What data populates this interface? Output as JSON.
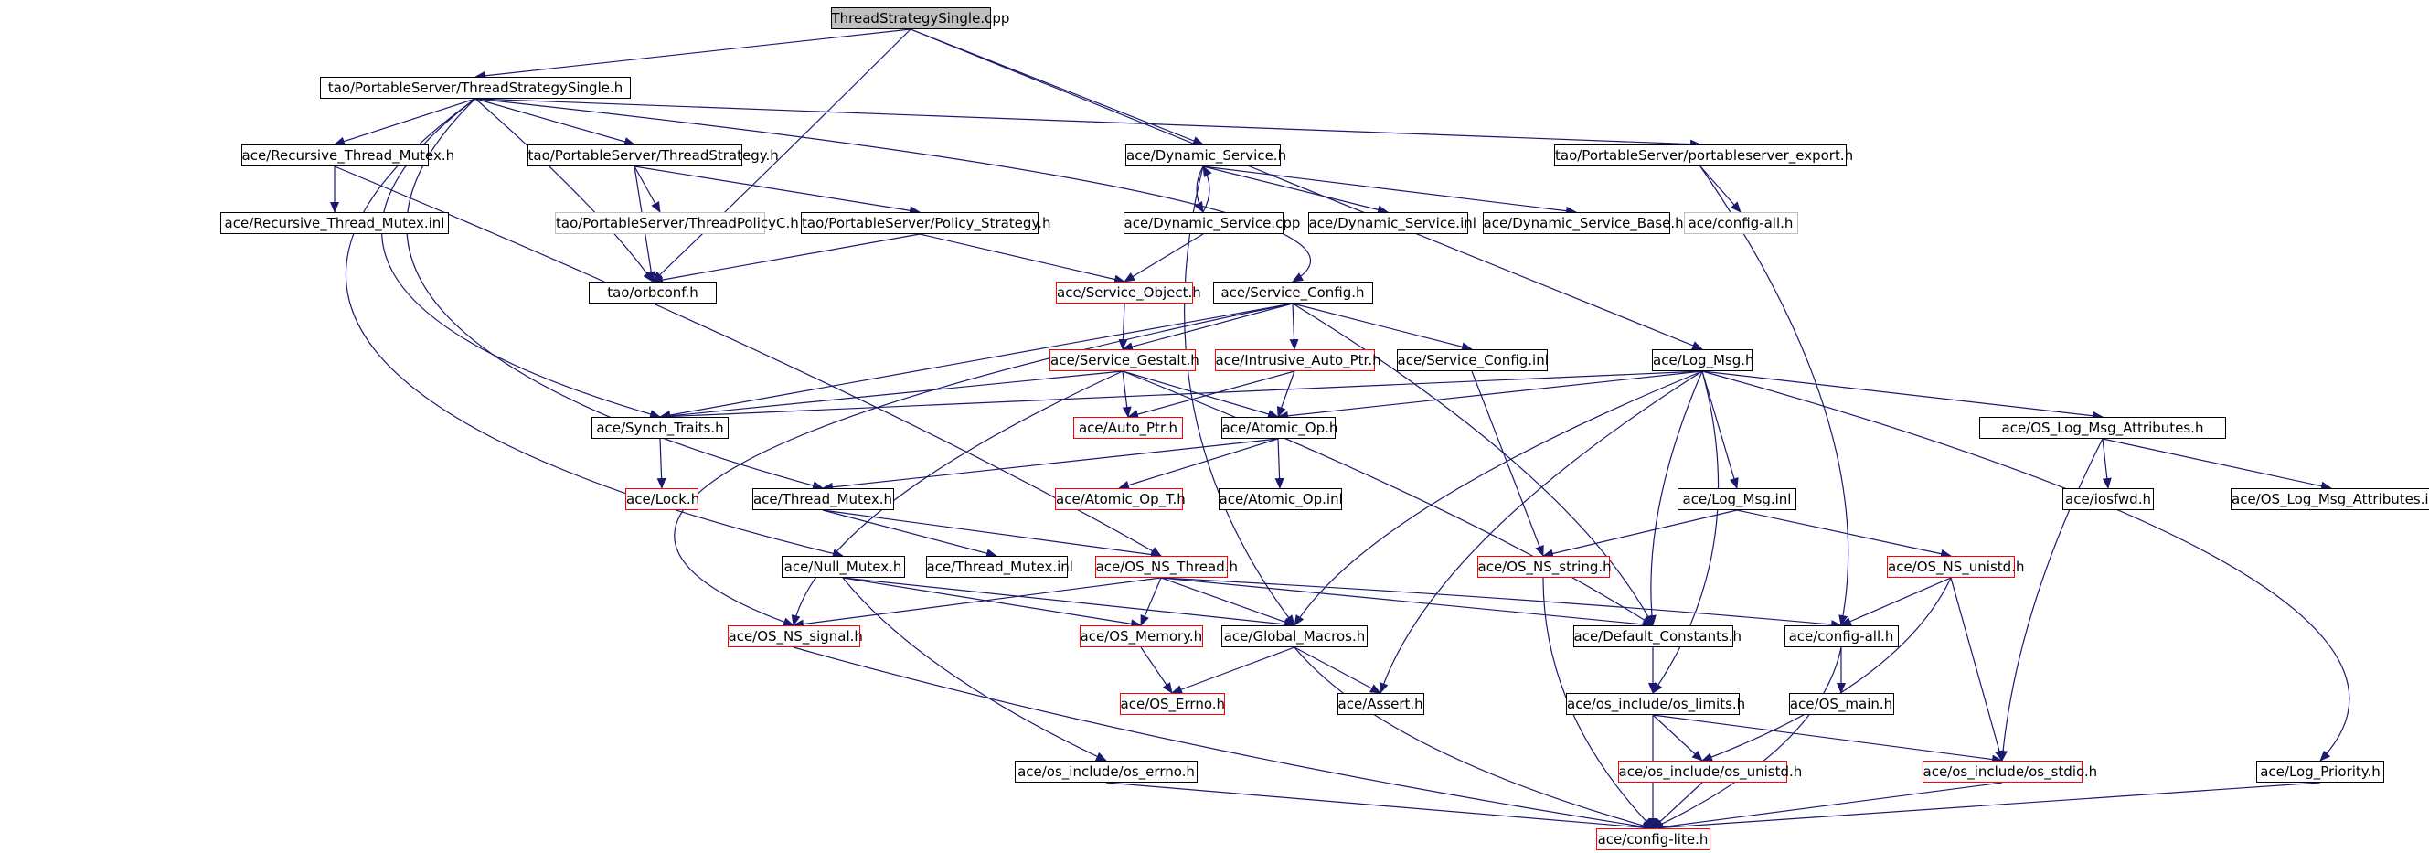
{
  "colors": {
    "edge": "#191970",
    "root_fill": "#bfbfbf",
    "linked_border": "#000000",
    "truncated_border": "#ff0000",
    "unlinked_border": "#bfbfbf"
  },
  "nodes": [
    {
      "id": "root",
      "label": "ThreadStrategySingle.cpp",
      "style": "root"
    },
    {
      "id": "tss_h",
      "label": "tao/PortableServer/ThreadStrategySingle.h",
      "style": "black"
    },
    {
      "id": "rtm_h",
      "label": "ace/Recursive_Thread_Mutex.h",
      "style": "black"
    },
    {
      "id": "rtm_inl",
      "label": "ace/Recursive_Thread_Mutex.inl",
      "style": "black"
    },
    {
      "id": "ts_h",
      "label": "tao/PortableServer/ThreadStrategy.h",
      "style": "black"
    },
    {
      "id": "tpc_h",
      "label": "tao/PortableServer/ThreadPolicyC.h",
      "style": "gray"
    },
    {
      "id": "ps_h",
      "label": "tao/PortableServer/Policy_Strategy.h",
      "style": "black"
    },
    {
      "id": "orbconf",
      "label": "tao/orbconf.h",
      "style": "black"
    },
    {
      "id": "ds_h",
      "label": "ace/Dynamic_Service.h",
      "style": "black"
    },
    {
      "id": "ds_cpp",
      "label": "ace/Dynamic_Service.cpp",
      "style": "black"
    },
    {
      "id": "ds_inl",
      "label": "ace/Dynamic_Service.inl",
      "style": "black"
    },
    {
      "id": "dsb_h",
      "label": "ace/Dynamic_Service_Base.h",
      "style": "black"
    },
    {
      "id": "pse_h",
      "label": "tao/PortableServer/portableserver_export.h",
      "style": "black"
    },
    {
      "id": "cfgall_gray",
      "label": "ace/config-all.h",
      "style": "gray"
    },
    {
      "id": "so_h",
      "label": "ace/Service_Object.h",
      "style": "red"
    },
    {
      "id": "sc_h",
      "label": "ace/Service_Config.h",
      "style": "black"
    },
    {
      "id": "sg_h",
      "label": "ace/Service_Gestalt.h",
      "style": "red"
    },
    {
      "id": "iap_h",
      "label": "ace/Intrusive_Auto_Ptr.h",
      "style": "red"
    },
    {
      "id": "sc_inl",
      "label": "ace/Service_Config.inl",
      "style": "black"
    },
    {
      "id": "lm_h",
      "label": "ace/Log_Msg.h",
      "style": "black"
    },
    {
      "id": "st_h",
      "label": "ace/Synch_Traits.h",
      "style": "black"
    },
    {
      "id": "ap_h",
      "label": "ace/Auto_Ptr.h",
      "style": "red"
    },
    {
      "id": "ao_h",
      "label": "ace/Atomic_Op.h",
      "style": "black"
    },
    {
      "id": "oslma_h",
      "label": "ace/OS_Log_Msg_Attributes.h",
      "style": "black"
    },
    {
      "id": "lock_h",
      "label": "ace/Lock.h",
      "style": "red"
    },
    {
      "id": "tm_h",
      "label": "ace/Thread_Mutex.h",
      "style": "black"
    },
    {
      "id": "aot_h",
      "label": "ace/Atomic_Op_T.h",
      "style": "red"
    },
    {
      "id": "ao_inl",
      "label": "ace/Atomic_Op.inl",
      "style": "black"
    },
    {
      "id": "lm_inl",
      "label": "ace/Log_Msg.inl",
      "style": "black"
    },
    {
      "id": "iosfwd",
      "label": "ace/iosfwd.h",
      "style": "black"
    },
    {
      "id": "oslma_inl",
      "label": "ace/OS_Log_Msg_Attributes.inl",
      "style": "black"
    },
    {
      "id": "nm_h",
      "label": "ace/Null_Mutex.h",
      "style": "black"
    },
    {
      "id": "tm_inl",
      "label": "ace/Thread_Mutex.inl",
      "style": "black"
    },
    {
      "id": "osnst_h",
      "label": "ace/OS_NS_Thread.h",
      "style": "red"
    },
    {
      "id": "osnss_h",
      "label": "ace/OS_NS_string.h",
      "style": "red"
    },
    {
      "id": "osnsu_h",
      "label": "ace/OS_NS_unistd.h",
      "style": "red"
    },
    {
      "id": "osnsig_h",
      "label": "ace/OS_NS_signal.h",
      "style": "red"
    },
    {
      "id": "osmem_h",
      "label": "ace/OS_Memory.h",
      "style": "red"
    },
    {
      "id": "gm_h",
      "label": "ace/Global_Macros.h",
      "style": "black"
    },
    {
      "id": "dc_h",
      "label": "ace/Default_Constants.h",
      "style": "black"
    },
    {
      "id": "cfgall",
      "label": "ace/config-all.h",
      "style": "black"
    },
    {
      "id": "oserrno_h",
      "label": "ace/OS_Errno.h",
      "style": "red"
    },
    {
      "id": "assert_h",
      "label": "ace/Assert.h",
      "style": "black"
    },
    {
      "id": "oslimits",
      "label": "ace/os_include/os_limits.h",
      "style": "black"
    },
    {
      "id": "osmain",
      "label": "ace/OS_main.h",
      "style": "black"
    },
    {
      "id": "oserrno_inc",
      "label": "ace/os_include/os_errno.h",
      "style": "black"
    },
    {
      "id": "osunistd_inc",
      "label": "ace/os_include/os_unistd.h",
      "style": "red"
    },
    {
      "id": "osstdio_inc",
      "label": "ace/os_include/os_stdio.h",
      "style": "red"
    },
    {
      "id": "logprio",
      "label": "ace/Log_Priority.h",
      "style": "black"
    },
    {
      "id": "cfglite",
      "label": "ace/config-lite.h",
      "style": "red"
    }
  ],
  "edges": [
    [
      "root",
      "tss_h"
    ],
    [
      "root",
      "orbconf"
    ],
    [
      "root",
      "ds_h"
    ],
    [
      "root",
      "lm_h"
    ],
    [
      "tss_h",
      "rtm_h"
    ],
    [
      "tss_h",
      "ts_h"
    ],
    [
      "tss_h",
      "orbconf"
    ],
    [
      "tss_h",
      "pse_h"
    ],
    [
      "tss_h",
      "sc_h"
    ],
    [
      "tss_h",
      "st_h"
    ],
    [
      "tss_h",
      "tm_h"
    ],
    [
      "tss_h",
      "nm_h"
    ],
    [
      "rtm_h",
      "rtm_inl"
    ],
    [
      "rtm_h",
      "osnst_h"
    ],
    [
      "ts_h",
      "tpc_h"
    ],
    [
      "ts_h",
      "orbconf"
    ],
    [
      "ts_h",
      "ps_h"
    ],
    [
      "ps_h",
      "orbconf"
    ],
    [
      "ps_h",
      "so_h"
    ],
    [
      "ds_h",
      "ds_cpp"
    ],
    [
      "ds_cpp",
      "ds_h"
    ],
    [
      "ds_h",
      "ds_inl"
    ],
    [
      "ds_h",
      "dsb_h"
    ],
    [
      "ds_h",
      "gm_h"
    ],
    [
      "ds_cpp",
      "so_h"
    ],
    [
      "pse_h",
      "cfgall_gray"
    ],
    [
      "pse_h",
      "cfgall"
    ],
    [
      "so_h",
      "sg_h"
    ],
    [
      "sc_h",
      "sg_h"
    ],
    [
      "sc_h",
      "iap_h"
    ],
    [
      "sc_h",
      "sc_inl"
    ],
    [
      "sc_h",
      "st_h"
    ],
    [
      "sc_h",
      "dc_h"
    ],
    [
      "sc_h",
      "osnsig_h"
    ],
    [
      "sg_h",
      "st_h"
    ],
    [
      "sg_h",
      "ap_h"
    ],
    [
      "sg_h",
      "ao_h"
    ],
    [
      "sg_h",
      "dc_h"
    ],
    [
      "sg_h",
      "osnsig_h"
    ],
    [
      "iap_h",
      "ap_h"
    ],
    [
      "iap_h",
      "ao_h"
    ],
    [
      "sc_inl",
      "osnss_h"
    ],
    [
      "lm_h",
      "st_h"
    ],
    [
      "lm_h",
      "ao_h"
    ],
    [
      "lm_h",
      "lm_inl"
    ],
    [
      "lm_h",
      "oslma_h"
    ],
    [
      "lm_h",
      "gm_h"
    ],
    [
      "lm_h",
      "dc_h"
    ],
    [
      "lm_h",
      "assert_h"
    ],
    [
      "lm_h",
      "oslimits"
    ],
    [
      "lm_h",
      "logprio"
    ],
    [
      "st_h",
      "lock_h"
    ],
    [
      "ao_h",
      "tm_h"
    ],
    [
      "ao_h",
      "aot_h"
    ],
    [
      "ao_h",
      "ao_inl"
    ],
    [
      "oslma_h",
      "iosfwd"
    ],
    [
      "oslma_h",
      "oslma_inl"
    ],
    [
      "oslma_h",
      "osstdio_inc"
    ],
    [
      "tm_h",
      "tm_inl"
    ],
    [
      "tm_h",
      "osnst_h"
    ],
    [
      "lm_inl",
      "osnss_h"
    ],
    [
      "lm_inl",
      "osnsu_h"
    ],
    [
      "nm_h",
      "osmem_h"
    ],
    [
      "nm_h",
      "gm_h"
    ],
    [
      "nm_h",
      "oserrno_inc"
    ],
    [
      "osnst_h",
      "osnsig_h"
    ],
    [
      "osnst_h",
      "osmem_h"
    ],
    [
      "osnst_h",
      "gm_h"
    ],
    [
      "osnst_h",
      "dc_h"
    ],
    [
      "osnst_h",
      "cfgall"
    ],
    [
      "osnss_h",
      "cfglite"
    ],
    [
      "osnsu_h",
      "cfgall"
    ],
    [
      "osnsu_h",
      "osunistd_inc"
    ],
    [
      "osnsu_h",
      "osstdio_inc"
    ],
    [
      "osnsig_h",
      "cfglite"
    ],
    [
      "osmem_h",
      "oserrno_h"
    ],
    [
      "gm_h",
      "oserrno_h"
    ],
    [
      "gm_h",
      "assert_h"
    ],
    [
      "gm_h",
      "cfglite"
    ],
    [
      "dc_h",
      "oslimits"
    ],
    [
      "cfgall",
      "osmain"
    ],
    [
      "cfgall",
      "cfglite"
    ],
    [
      "oslimits",
      "osunistd_inc"
    ],
    [
      "oslimits",
      "osstdio_inc"
    ],
    [
      "oslimits",
      "cfglite"
    ],
    [
      "oserrno_inc",
      "cfglite"
    ],
    [
      "osunistd_inc",
      "cfglite"
    ],
    [
      "osstdio_inc",
      "cfglite"
    ],
    [
      "logprio",
      "cfglite"
    ]
  ]
}
